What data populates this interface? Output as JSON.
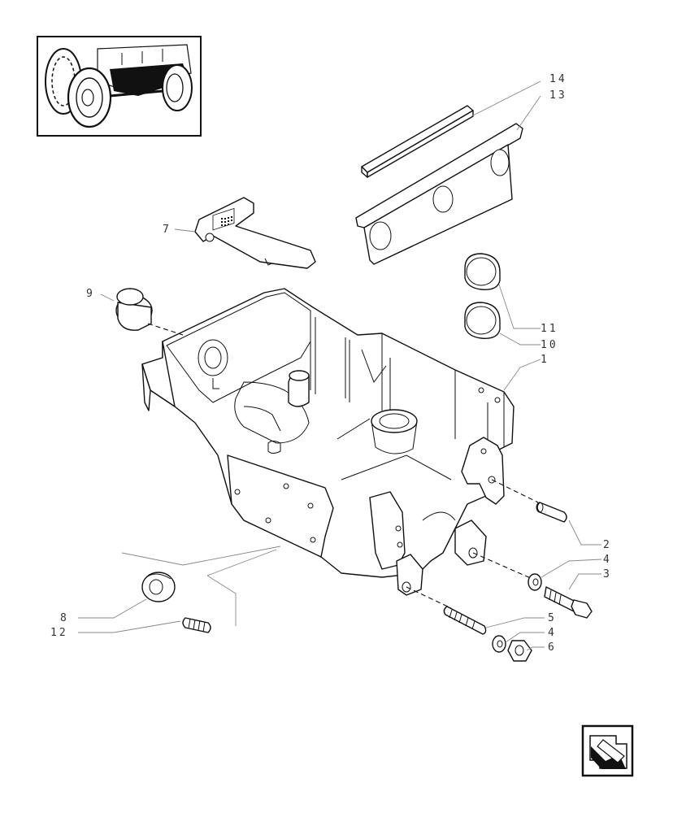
{
  "colors": {
    "line": "#111111",
    "leader": "#888888",
    "label": "#333333",
    "background": "#ffffff"
  },
  "icons": {
    "thumbnail": "tractor-location-thumbnail",
    "nav": "next-page-arrow-icon"
  },
  "callouts": [
    {
      "id": "c14",
      "text": "14"
    },
    {
      "id": "c13",
      "text": "13"
    },
    {
      "id": "c7",
      "text": "7"
    },
    {
      "id": "c9",
      "text": "9"
    },
    {
      "id": "c11",
      "text": "11"
    },
    {
      "id": "c10",
      "text": "10"
    },
    {
      "id": "c1",
      "text": "1"
    },
    {
      "id": "c2",
      "text": "2"
    },
    {
      "id": "c4a",
      "text": "4"
    },
    {
      "id": "c3",
      "text": "3"
    },
    {
      "id": "c8",
      "text": "8"
    },
    {
      "id": "c12",
      "text": "12"
    },
    {
      "id": "c5",
      "text": "5"
    },
    {
      "id": "c4b",
      "text": "4"
    },
    {
      "id": "c6",
      "text": "6"
    }
  ]
}
